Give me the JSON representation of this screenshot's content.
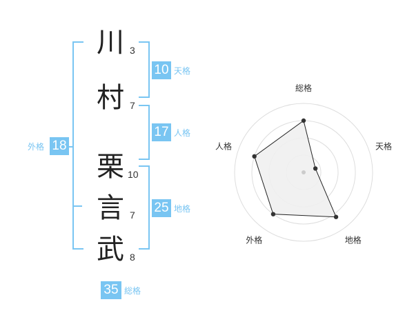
{
  "name_chars": [
    {
      "char": "川",
      "strokes": "3"
    },
    {
      "char": "村",
      "strokes": "7"
    },
    {
      "char": "栗",
      "strokes": "10"
    },
    {
      "char": "言",
      "strokes": "7"
    },
    {
      "char": "武",
      "strokes": "8"
    }
  ],
  "scores": {
    "tenkaku": {
      "value": "10",
      "label": "天格"
    },
    "jinkaku": {
      "value": "17",
      "label": "人格"
    },
    "chikaku": {
      "value": "25",
      "label": "地格"
    },
    "gaikaku": {
      "value": "18",
      "label": "外格"
    },
    "soukaku": {
      "value": "35",
      "label": "総格"
    }
  },
  "chart_data": {
    "type": "radar",
    "axes": [
      "総格",
      "天格",
      "地格",
      "外格",
      "人格"
    ],
    "values": [
      0.75,
      0.18,
      0.8,
      0.75,
      0.75
    ],
    "rings": 4,
    "colors": {
      "fill": "#efefef",
      "stroke": "#222222",
      "grid": "#dddddd",
      "accent": "#79c5f2"
    }
  }
}
